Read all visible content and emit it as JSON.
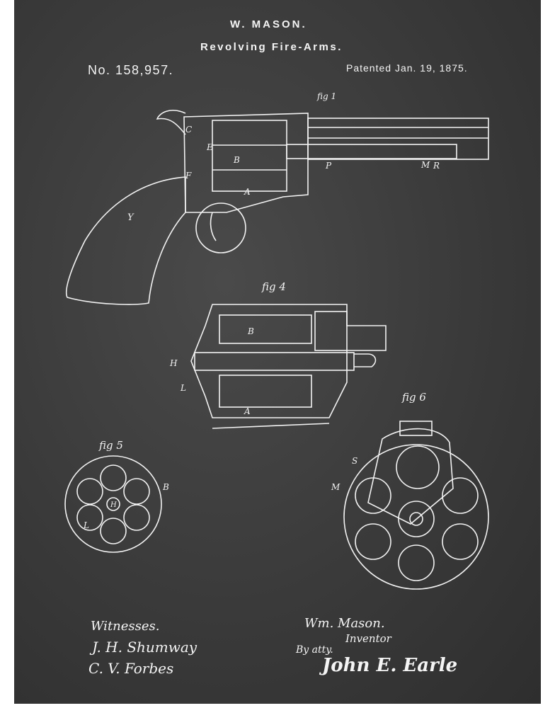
{
  "header": {
    "inventor": "W. MASON.",
    "title": "Revolving Fire-Arms.",
    "patent_number": "No. 158,957.",
    "patent_date": "Patented Jan. 19, 1875."
  },
  "figures": {
    "fig1": "fig 1",
    "fig4": "fig 4",
    "fig5": "fig 5",
    "fig6": "fig 6"
  },
  "part_labels": {
    "Y": "Y",
    "B": "B",
    "A": "A",
    "C": "C",
    "E": "E",
    "F": "F",
    "H": "H",
    "L": "L",
    "S": "S",
    "M": "M",
    "R": "R",
    "P": "P"
  },
  "footer": {
    "witnesses_label": "Witnesses.",
    "witness_1": "J. H. Shumway",
    "witness_2": "C. V. Forbes",
    "inventor_name": "Wm. Mason.",
    "inventor_label": "Inventor",
    "by_atty": "By atty.",
    "attorney": "John E. Earle"
  },
  "colors": {
    "board": "#3a3a3a",
    "chalk": "#f2f2f2"
  }
}
